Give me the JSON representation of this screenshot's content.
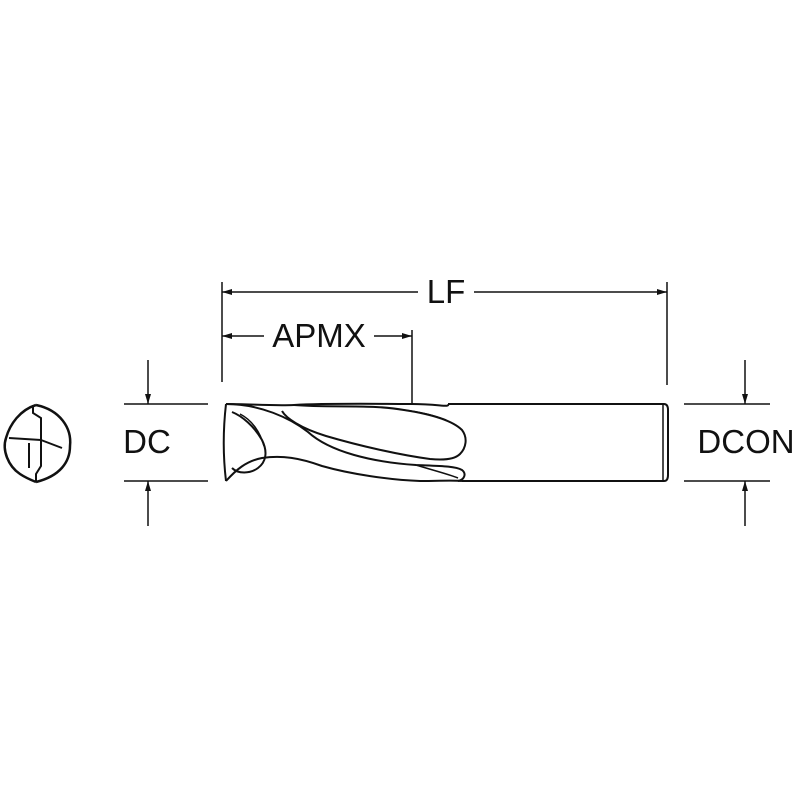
{
  "diagram": {
    "labels": {
      "overall_length": "LF",
      "cutting_length": "APMX",
      "cutting_diameter": "DC",
      "shank_diameter": "DCON"
    },
    "colors": {
      "stroke": "#111111",
      "background": "#ffffff"
    }
  }
}
